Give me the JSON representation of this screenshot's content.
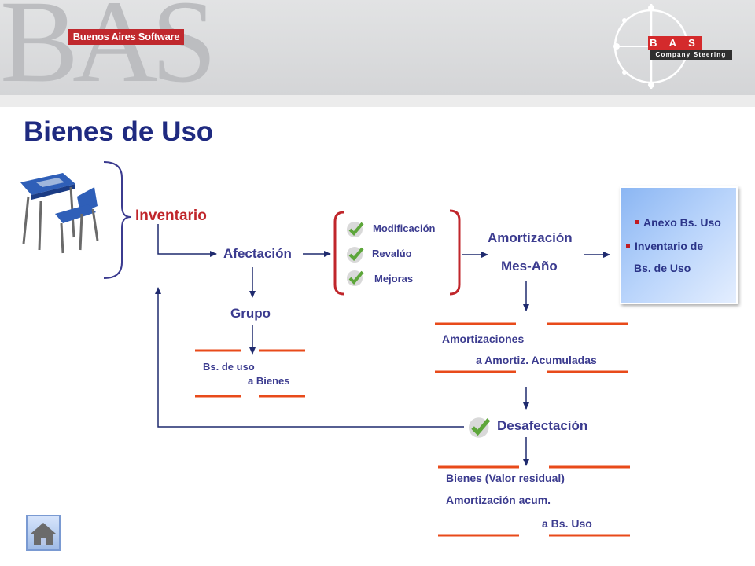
{
  "header": {
    "watermark_text": "BAS",
    "company_tag": "Buenos Aires Software",
    "logo_letters": "B A S",
    "logo_subtitle": "Company Steering"
  },
  "title": "Bienes de Uso",
  "nodes": {
    "inventario": "Inventario",
    "afectacion": "Afectación",
    "grupo": "Grupo",
    "amortizacion_line1": "Amortización",
    "amortizacion_line2": "Mes-Año",
    "desafectacion": "Desafectación"
  },
  "options": [
    "Modificación",
    "Revalúo",
    "Mejoras"
  ],
  "report": {
    "items": [
      "Anexo Bs. Uso",
      "Inventario de",
      "Bs. de Uso"
    ]
  },
  "entries": {
    "grupo": {
      "debit": "Bs. de uso",
      "credit": "a Bienes"
    },
    "amortizacion": {
      "debit": "Amortizaciones",
      "credit": "a Amortiz. Acumuladas"
    },
    "desafectacion": {
      "line1": "Bienes (Valor residual)",
      "line2": "Amortización acum.",
      "credit": "a Bs. Uso"
    }
  },
  "colors": {
    "title_blue": "#1f2a80",
    "label_blue": "#3b3b8f",
    "accent_red": "#c0262b",
    "arrow_navy": "#1f2a6e",
    "entry_line_red": "#e84a1a",
    "check_green": "#5da63a"
  },
  "icons": [
    "desk-chair-image",
    "check-icon",
    "home-icon"
  ]
}
